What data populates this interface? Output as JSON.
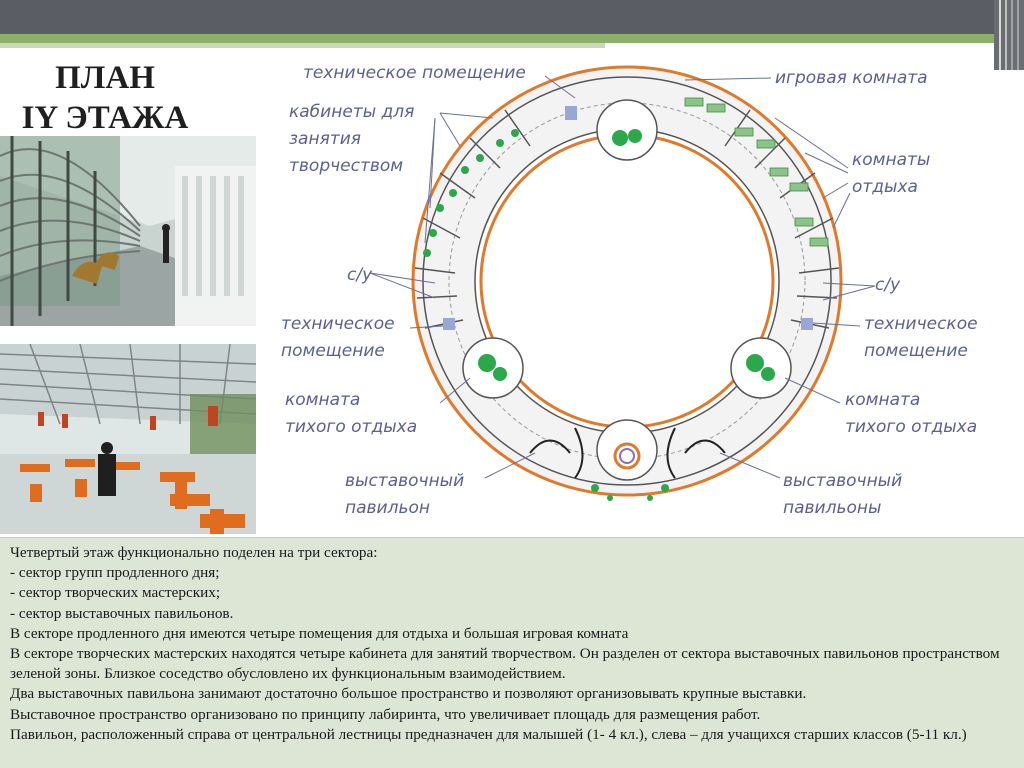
{
  "title": {
    "line1": "ПЛАН",
    "line2": "IY ЭТАЖА"
  },
  "plan_labels": {
    "tech_room_top": "техническое помещение",
    "game_room": "игровая комната",
    "creative_cabinets_1": "кабинеты для",
    "creative_cabinets_2": "занятия",
    "creative_cabinets_3": "творчеством",
    "rest_rooms_1": "комнаты",
    "rest_rooms_2": "отдыха",
    "wc_left": "с/у",
    "wc_right": "с/у",
    "tech_room_left_1": "техническое",
    "tech_room_left_2": "помещение",
    "tech_room_right_1": "техническое",
    "tech_room_right_2": "помещение",
    "quiet_room_left_1": "комната",
    "quiet_room_left_2": "тихого отдыха",
    "quiet_room_right_1": "комната",
    "quiet_room_right_2": "тихого отдыха",
    "exhibition_left_1": "выставочный",
    "exhibition_left_2": "павильон",
    "exhibition_right_1": "выставочный",
    "exhibition_right_2": "павильоны"
  },
  "description": {
    "lines": [
      "Четвертый этаж функционально поделен на три сектора:",
      "- сектор групп продленного дня;",
      "- сектор творческих мастерских;",
      "- сектор выставочных павильонов.",
      "В секторе продленного дня имеются четыре  помещения для отдыха  и большая игровая комната",
      "В секторе творческих мастерских находятся четыре кабинета для занятий творчеством. Он разделен от сектора выставочных павильонов  пространством  зеленой зоны. Близкое соседство обусловлено их функциональным взаимодействием.",
      "Два выставочных павильона занимают достаточно большое пространство и позволяют организовывать крупные выставки.",
      "Выставочное пространство  организовано по принципу лабиринта, что увеличивает площадь для размещения работ.",
      "Павильон, расположенный справа от центральной лестницы предназначен для малышей (1- 4 кл.), слева – для учащихся старших классов (5-11 кл.)"
    ]
  },
  "colors": {
    "header_gray": "#5a5d64",
    "header_green": "#8db16a",
    "orange_wall": "#e07a2a",
    "label_blue": "#5a5f96",
    "text_panel": "#dde5d5"
  }
}
